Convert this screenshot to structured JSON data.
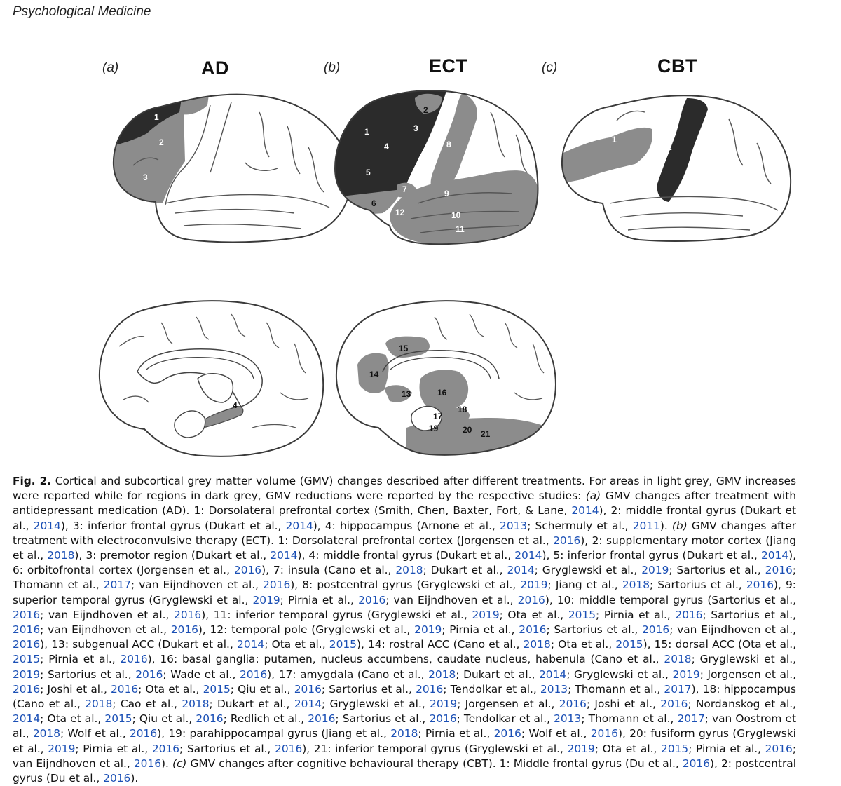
{
  "journal": "Psychological Medicine",
  "panels": [
    {
      "letter": "(a)",
      "title": "AD"
    },
    {
      "letter": "(b)",
      "title": "ECT"
    },
    {
      "letter": "(c)",
      "title": "CBT"
    }
  ],
  "region_numbers": {
    "ad_lateral": [
      "1",
      "2",
      "3"
    ],
    "ad_medial": [
      "4"
    ],
    "ect_lateral": [
      "1",
      "2",
      "3",
      "4",
      "5",
      "6",
      "7",
      "8",
      "9",
      "10",
      "11",
      "12"
    ],
    "ect_medial": [
      "13",
      "14",
      "15",
      "16",
      "17",
      "18",
      "19",
      "20",
      "21"
    ],
    "cbt_lateral": [
      "1",
      "2"
    ]
  },
  "colors": {
    "dark_region": "#2b2b2b",
    "light_region": "#8c8c8c",
    "outline": "#3a3a3a",
    "link": "#1a4fb5"
  },
  "caption": {
    "label": "Fig. 2.",
    "segments": [
      {
        "t": " Cortical and subcortical grey matter volume (GMV) changes described after different treatments. For areas in light grey, GMV increases were reported while for regions in dark grey, GMV reductions were reported by the respective studies: ",
        "c": false
      },
      {
        "t": "(a)",
        "c": false,
        "i": true
      },
      {
        "t": " GMV changes after treatment with antidepressant medication (AD). 1: Dorsolateral prefrontal cortex (Smith, Chen, Baxter, Fort, & Lane, ",
        "c": false
      },
      {
        "t": "2014",
        "c": true
      },
      {
        "t": "), 2: middle frontal gyrus (Dukart et al., ",
        "c": false
      },
      {
        "t": "2014",
        "c": true
      },
      {
        "t": "), 3: inferior frontal gyrus (Dukart et al., ",
        "c": false
      },
      {
        "t": "2014",
        "c": true
      },
      {
        "t": "), 4: hippocampus (Arnone et al., ",
        "c": false
      },
      {
        "t": "2013",
        "c": true
      },
      {
        "t": "; Schermuly et al., ",
        "c": false
      },
      {
        "t": "2011",
        "c": true
      },
      {
        "t": "). ",
        "c": false
      },
      {
        "t": "(b)",
        "c": false,
        "i": true
      },
      {
        "t": " GMV changes after treatment with electroconvulsive therapy (ECT). 1: Dorsolateral prefrontal cortex (Jorgensen et al., ",
        "c": false
      },
      {
        "t": "2016",
        "c": true
      },
      {
        "t": "), 2: supplementary motor cortex (Jiang et al., ",
        "c": false
      },
      {
        "t": "2018",
        "c": true
      },
      {
        "t": "), 3: premotor region (Dukart et al., ",
        "c": false
      },
      {
        "t": "2014",
        "c": true
      },
      {
        "t": "), 4: middle frontal gyrus (Dukart et al., ",
        "c": false
      },
      {
        "t": "2014",
        "c": true
      },
      {
        "t": "), 5: inferior frontal gyrus (Dukart et al., ",
        "c": false
      },
      {
        "t": "2014",
        "c": true
      },
      {
        "t": "), 6: orbitofrontal cortex (Jorgensen et al., ",
        "c": false
      },
      {
        "t": "2016",
        "c": true
      },
      {
        "t": "), 7: insula (Cano et al., ",
        "c": false
      },
      {
        "t": "2018",
        "c": true
      },
      {
        "t": "; Dukart et al., ",
        "c": false
      },
      {
        "t": "2014",
        "c": true
      },
      {
        "t": "; Gryglewski et al., ",
        "c": false
      },
      {
        "t": "2019",
        "c": true
      },
      {
        "t": "; Sartorius et al., ",
        "c": false
      },
      {
        "t": "2016",
        "c": true
      },
      {
        "t": "; Thomann et al., ",
        "c": false
      },
      {
        "t": "2017",
        "c": true
      },
      {
        "t": "; van Eijndhoven et al., ",
        "c": false
      },
      {
        "t": "2016",
        "c": true
      },
      {
        "t": "), 8: postcentral gyrus (Gryglewski et al., ",
        "c": false
      },
      {
        "t": "2019",
        "c": true
      },
      {
        "t": "; Jiang et al., ",
        "c": false
      },
      {
        "t": "2018",
        "c": true
      },
      {
        "t": "; Sartorius et al., ",
        "c": false
      },
      {
        "t": "2016",
        "c": true
      },
      {
        "t": "), 9: superior temporal gyrus (Gryglewski et al., ",
        "c": false
      },
      {
        "t": "2019",
        "c": true
      },
      {
        "t": "; Pirnia et al., ",
        "c": false
      },
      {
        "t": "2016",
        "c": true
      },
      {
        "t": "; van Eijndhoven et al., ",
        "c": false
      },
      {
        "t": "2016",
        "c": true
      },
      {
        "t": "), 10: middle temporal gyrus (Sartorius et al., ",
        "c": false
      },
      {
        "t": "2016",
        "c": true
      },
      {
        "t": "; van Eijndhoven et al., ",
        "c": false
      },
      {
        "t": "2016",
        "c": true
      },
      {
        "t": "), 11: inferior temporal gyrus (Gryglewski et al., ",
        "c": false
      },
      {
        "t": "2019",
        "c": true
      },
      {
        "t": "; Ota et al., ",
        "c": false
      },
      {
        "t": "2015",
        "c": true
      },
      {
        "t": "; Pirnia et al., ",
        "c": false
      },
      {
        "t": "2016",
        "c": true
      },
      {
        "t": "; Sartorius et al., ",
        "c": false
      },
      {
        "t": "2016",
        "c": true
      },
      {
        "t": "; van Eijndhoven et al., ",
        "c": false
      },
      {
        "t": "2016",
        "c": true
      },
      {
        "t": "), 12: temporal pole (Gryglewski et al., ",
        "c": false
      },
      {
        "t": "2019",
        "c": true
      },
      {
        "t": "; Pirnia et al., ",
        "c": false
      },
      {
        "t": "2016",
        "c": true
      },
      {
        "t": "; Sartorius et al., ",
        "c": false
      },
      {
        "t": "2016",
        "c": true
      },
      {
        "t": "; van Eijndhoven et al., ",
        "c": false
      },
      {
        "t": "2016",
        "c": true
      },
      {
        "t": "), 13: subgenual ACC (Dukart et al., ",
        "c": false
      },
      {
        "t": "2014",
        "c": true
      },
      {
        "t": "; Ota et al., ",
        "c": false
      },
      {
        "t": "2015",
        "c": true
      },
      {
        "t": "), 14: rostral ACC (Cano et al., ",
        "c": false
      },
      {
        "t": "2018",
        "c": true
      },
      {
        "t": "; Ota et al., ",
        "c": false
      },
      {
        "t": "2015",
        "c": true
      },
      {
        "t": "), 15: dorsal ACC (Ota et al., ",
        "c": false
      },
      {
        "t": "2015",
        "c": true
      },
      {
        "t": "; Pirnia et al., ",
        "c": false
      },
      {
        "t": "2016",
        "c": true
      },
      {
        "t": "), 16: basal ganglia: putamen, nucleus accumbens, caudate nucleus, habenula (Cano et al., ",
        "c": false
      },
      {
        "t": "2018",
        "c": true
      },
      {
        "t": "; Gryglewski et al., ",
        "c": false
      },
      {
        "t": "2019",
        "c": true
      },
      {
        "t": "; Sartorius et al., ",
        "c": false
      },
      {
        "t": "2016",
        "c": true
      },
      {
        "t": "; Wade et al., ",
        "c": false
      },
      {
        "t": "2016",
        "c": true
      },
      {
        "t": "), 17: amygdala (Cano et al., ",
        "c": false
      },
      {
        "t": "2018",
        "c": true
      },
      {
        "t": "; Dukart et al., ",
        "c": false
      },
      {
        "t": "2014",
        "c": true
      },
      {
        "t": "; Gryglewski et al., ",
        "c": false
      },
      {
        "t": "2019",
        "c": true
      },
      {
        "t": "; Jorgensen et al., ",
        "c": false
      },
      {
        "t": "2016",
        "c": true
      },
      {
        "t": "; Joshi et al., ",
        "c": false
      },
      {
        "t": "2016",
        "c": true
      },
      {
        "t": "; Ota et al., ",
        "c": false
      },
      {
        "t": "2015",
        "c": true
      },
      {
        "t": "; Qiu et al., ",
        "c": false
      },
      {
        "t": "2016",
        "c": true
      },
      {
        "t": "; Sartorius et al., ",
        "c": false
      },
      {
        "t": "2016",
        "c": true
      },
      {
        "t": "; Tendolkar et al., ",
        "c": false
      },
      {
        "t": "2013",
        "c": true
      },
      {
        "t": "; Thomann et al., ",
        "c": false
      },
      {
        "t": "2017",
        "c": true
      },
      {
        "t": "), 18: hippocampus (Cano et al., ",
        "c": false
      },
      {
        "t": "2018",
        "c": true
      },
      {
        "t": "; Cao et al., ",
        "c": false
      },
      {
        "t": "2018",
        "c": true
      },
      {
        "t": "; Dukart et al., ",
        "c": false
      },
      {
        "t": "2014",
        "c": true
      },
      {
        "t": "; Gryglewski et al., ",
        "c": false
      },
      {
        "t": "2019",
        "c": true
      },
      {
        "t": "; Jorgensen et al., ",
        "c": false
      },
      {
        "t": "2016",
        "c": true
      },
      {
        "t": "; Joshi et al., ",
        "c": false
      },
      {
        "t": "2016",
        "c": true
      },
      {
        "t": "; Nordanskog et al., ",
        "c": false
      },
      {
        "t": "2014",
        "c": true
      },
      {
        "t": "; Ota et al., ",
        "c": false
      },
      {
        "t": "2015",
        "c": true
      },
      {
        "t": "; Qiu et al., ",
        "c": false
      },
      {
        "t": "2016",
        "c": true
      },
      {
        "t": "; Redlich et al., ",
        "c": false
      },
      {
        "t": "2016",
        "c": true
      },
      {
        "t": "; Sartorius et al., ",
        "c": false
      },
      {
        "t": "2016",
        "c": true
      },
      {
        "t": "; Tendolkar et al., ",
        "c": false
      },
      {
        "t": "2013",
        "c": true
      },
      {
        "t": "; Thomann et al., ",
        "c": false
      },
      {
        "t": "2017",
        "c": true
      },
      {
        "t": "; van Oostrom et al., ",
        "c": false
      },
      {
        "t": "2018",
        "c": true
      },
      {
        "t": "; Wolf et al., ",
        "c": false
      },
      {
        "t": "2016",
        "c": true
      },
      {
        "t": "), 19: parahippocampal gyrus (Jiang et al., ",
        "c": false
      },
      {
        "t": "2018",
        "c": true
      },
      {
        "t": "; Pirnia et al., ",
        "c": false
      },
      {
        "t": "2016",
        "c": true
      },
      {
        "t": "; Wolf et al., ",
        "c": false
      },
      {
        "t": "2016",
        "c": true
      },
      {
        "t": "), 20: fusiform gyrus (Gryglewski et al., ",
        "c": false
      },
      {
        "t": "2019",
        "c": true
      },
      {
        "t": "; Pirnia et al., ",
        "c": false
      },
      {
        "t": "2016",
        "c": true
      },
      {
        "t": "; Sartorius et al., ",
        "c": false
      },
      {
        "t": "2016",
        "c": true
      },
      {
        "t": "), 21: inferior temporal gyrus (Gryglewski et al., ",
        "c": false
      },
      {
        "t": "2019",
        "c": true
      },
      {
        "t": "; Ota et al., ",
        "c": false
      },
      {
        "t": "2015",
        "c": true
      },
      {
        "t": "; Pirnia et al., ",
        "c": false
      },
      {
        "t": "2016",
        "c": true
      },
      {
        "t": "; van Eijndhoven et al., ",
        "c": false
      },
      {
        "t": "2016",
        "c": true
      },
      {
        "t": "). ",
        "c": false
      },
      {
        "t": "(c)",
        "c": false,
        "i": true
      },
      {
        "t": " GMV changes after cognitive behavioural therapy (CBT). 1: Middle frontal gyrus (Du et al., ",
        "c": false
      },
      {
        "t": "2016",
        "c": true
      },
      {
        "t": "), 2: postcentral gyrus (Du et al., ",
        "c": false
      },
      {
        "t": "2016",
        "c": true
      },
      {
        "t": ").",
        "c": false
      }
    ]
  }
}
